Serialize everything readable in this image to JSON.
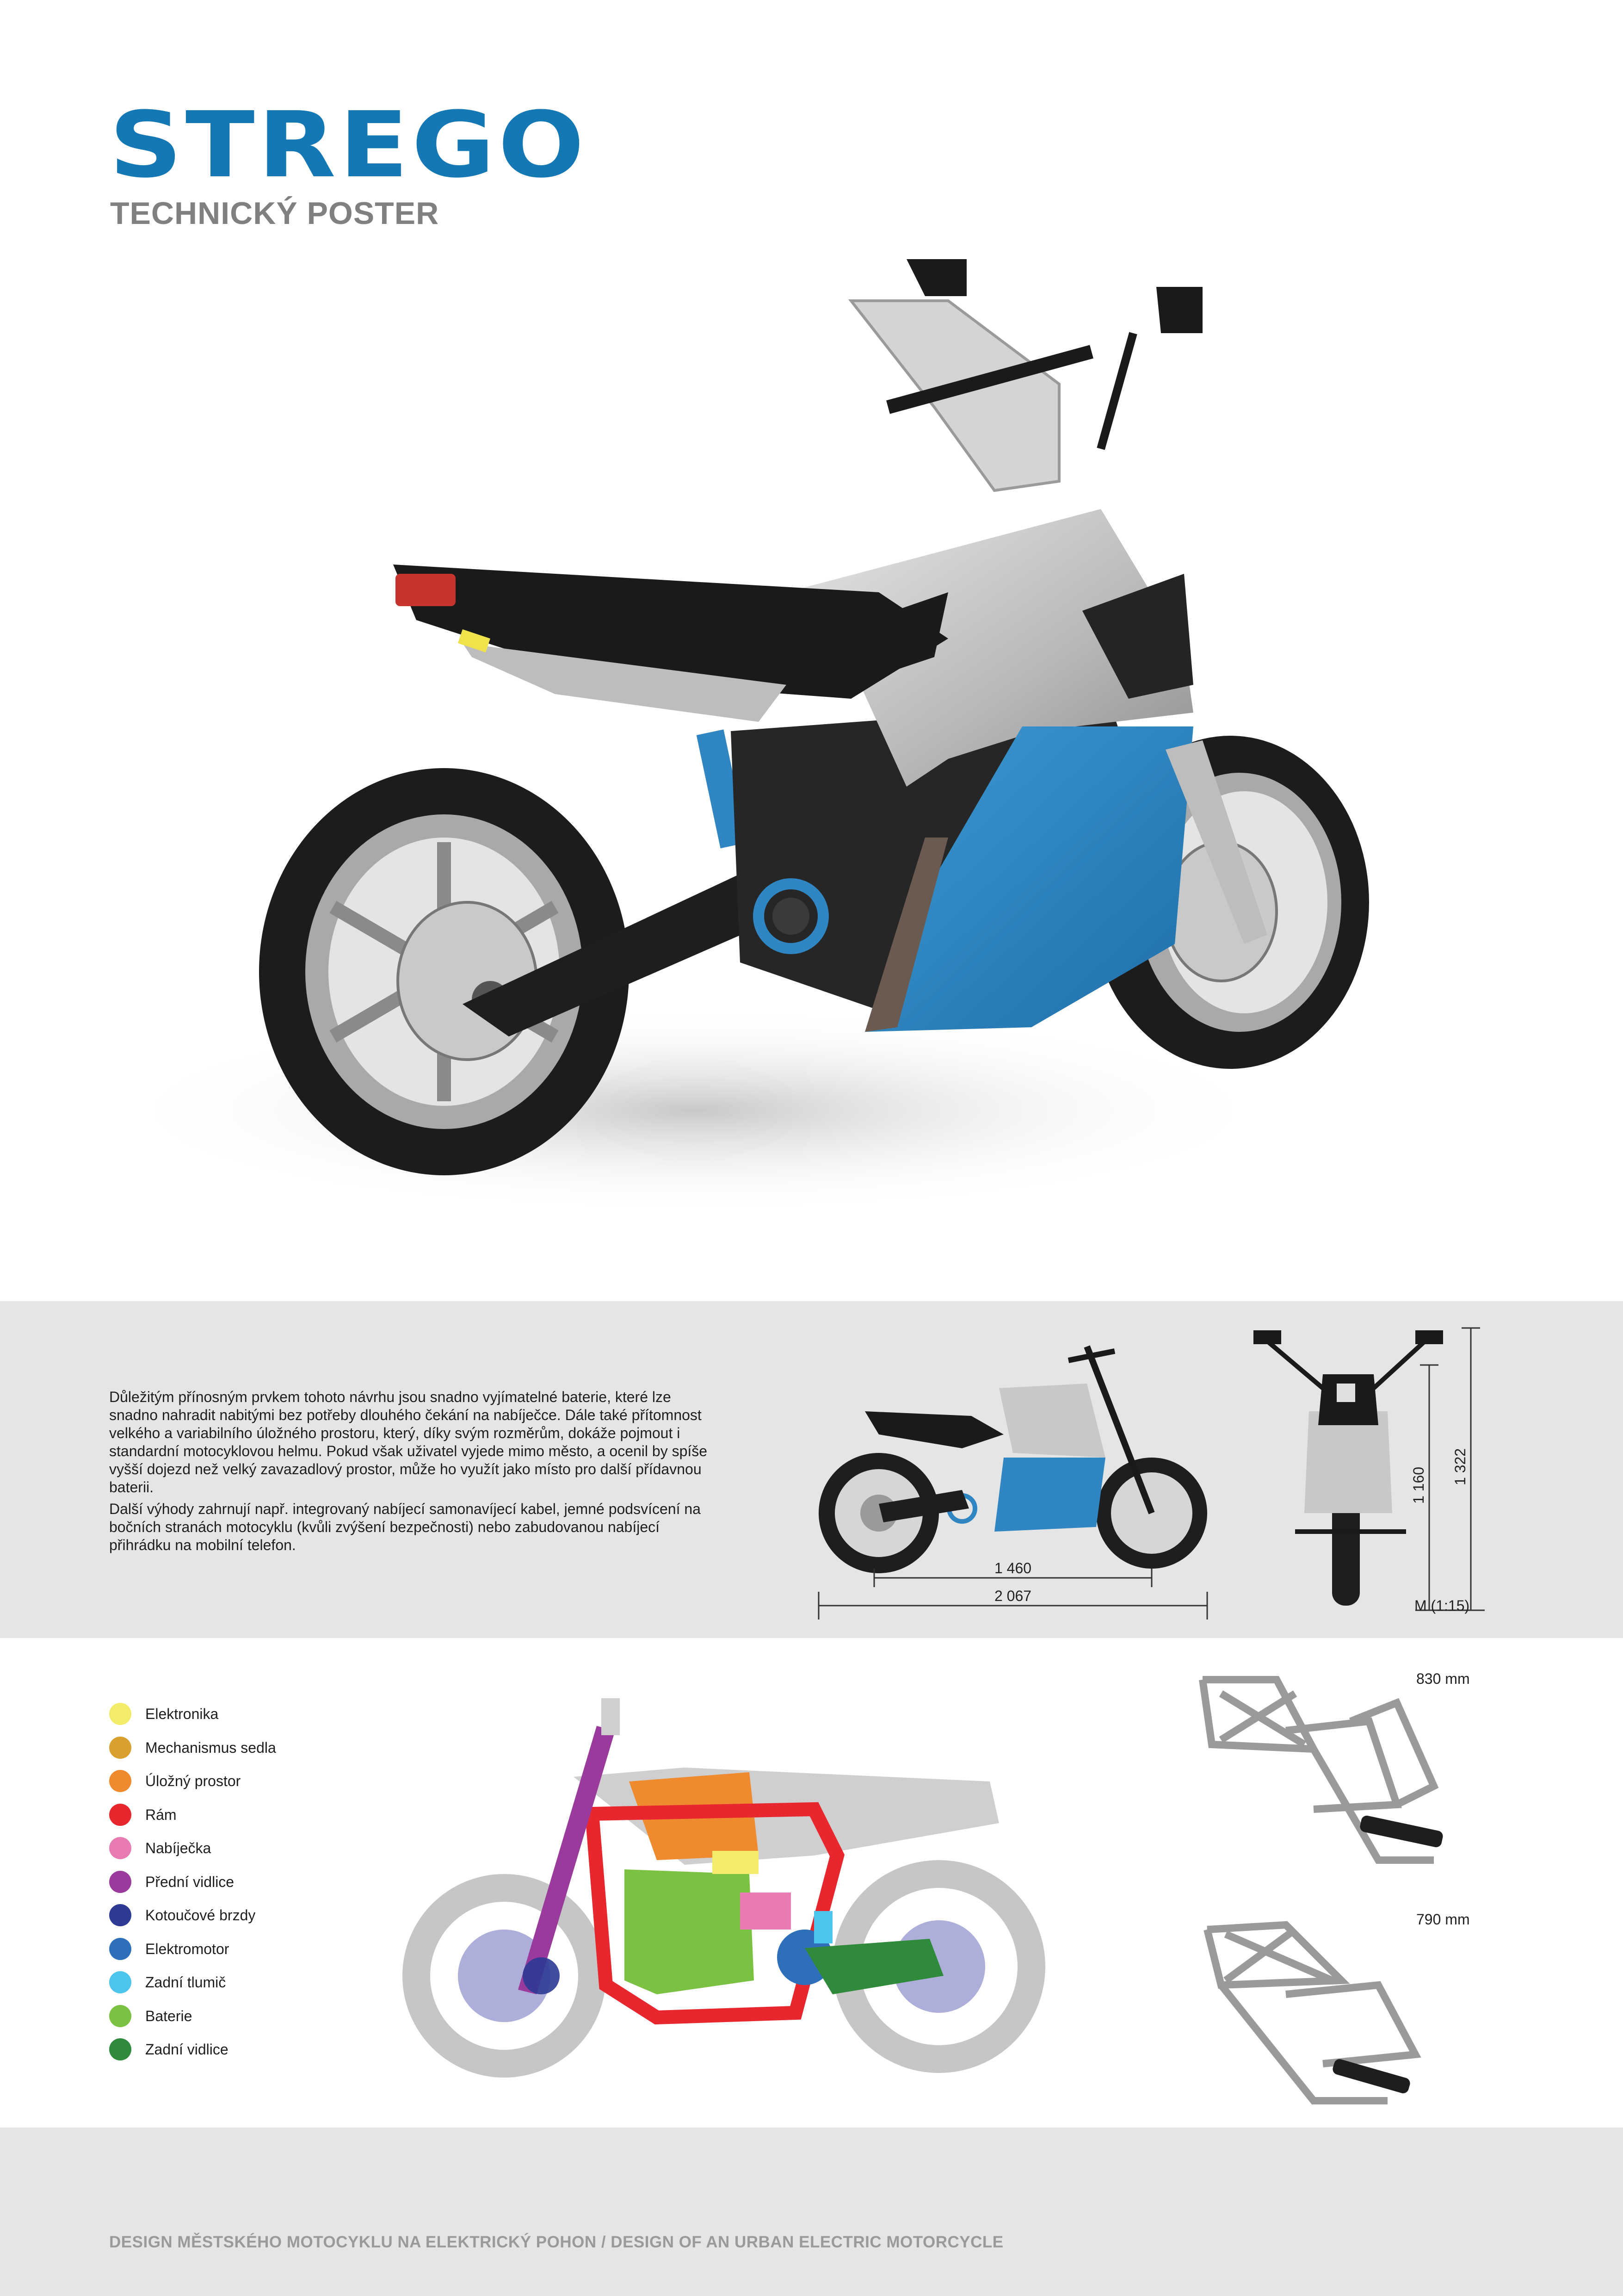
{
  "header": {
    "brand": "STREGO",
    "subtitle": "TECHNICKÝ POSTER"
  },
  "description": {
    "paragraph1": "Důležitým přínosným prvkem tohoto návrhu jsou snadno vyjímatelné baterie, které lze snadno nahradit nabitými bez potřeby dlouhého čekání na nabíječce. Dále také přítomnost velkého a variabilního úložného prostoru, který, díky svým rozměrům, dokáže pojmout i standardní motocyklovou helmu. Pokud však uživatel vyjede mimo město, a ocenil by spíše vyšší dojezd než velký zavazadlový prostor, může ho využít jako místo pro další přídavnou baterii.",
    "paragraph2": "Další výhody zahrnují např. integrovaný nabíjecí samonavíjecí kabel, jemné podsvícení na bočních stranách motocyklu (kvůli zvýšení bezpečnosti) nebo zabudovanou nabíjecí přihrádku na mobilní telefon."
  },
  "dimensions": {
    "wheelbase": "1 460",
    "length": "2 067",
    "seat_height": "1 160",
    "total_height": "1 322",
    "scale": "M (1:15)"
  },
  "legend": [
    {
      "label": "Elektronika",
      "color": "#f3ec6a"
    },
    {
      "label": "Mechanismus sedla",
      "color": "#d9a030"
    },
    {
      "label": "Úložný prostor",
      "color": "#f08a2e"
    },
    {
      "label": "Rám",
      "color": "#e8262e"
    },
    {
      "label": "Nabíječka",
      "color": "#e77bb2"
    },
    {
      "label": "Přední vidlice",
      "color": "#9a3a9c"
    },
    {
      "label": "Kotoučové brzdy",
      "color": "#2e3a93"
    },
    {
      "label": "Elektromotor",
      "color": "#2d6fb8"
    },
    {
      "label": "Zadní tlumič",
      "color": "#4cc4ee"
    },
    {
      "label": "Baterie",
      "color": "#7cc242"
    },
    {
      "label": "Zadní vidlice",
      "color": "#2f8a3c"
    }
  ],
  "frames": {
    "top_label": "830 mm",
    "bottom_label": "790 mm"
  },
  "footer": {
    "text": "DESIGN MĚSTSKÉHO MOTOCYKLU NA ELEKTRICKÝ POHON / DESIGN OF AN URBAN ELECTRIC MOTORCYCLE"
  },
  "colors": {
    "brand": "#1478b4",
    "accent_panel": "#2f86c3",
    "band": "#e5e5e5"
  }
}
